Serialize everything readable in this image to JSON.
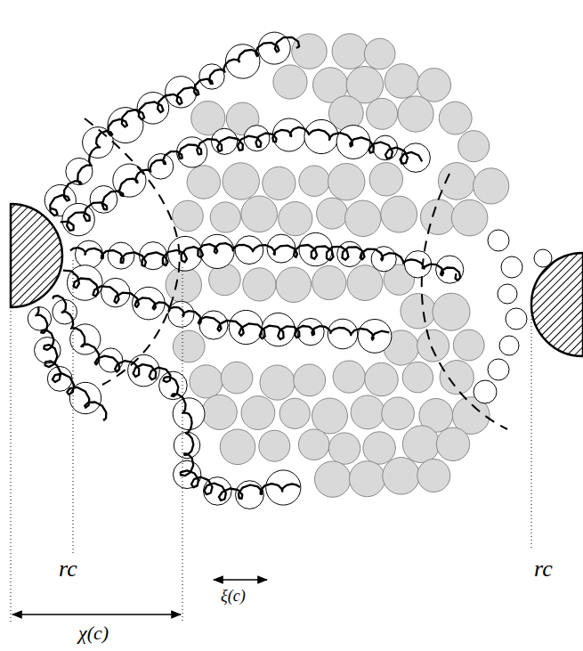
{
  "diagram": {
    "labels": [
      "rc",
      "ξ(c)",
      "rc",
      "χ(c)"
    ]
  }
}
